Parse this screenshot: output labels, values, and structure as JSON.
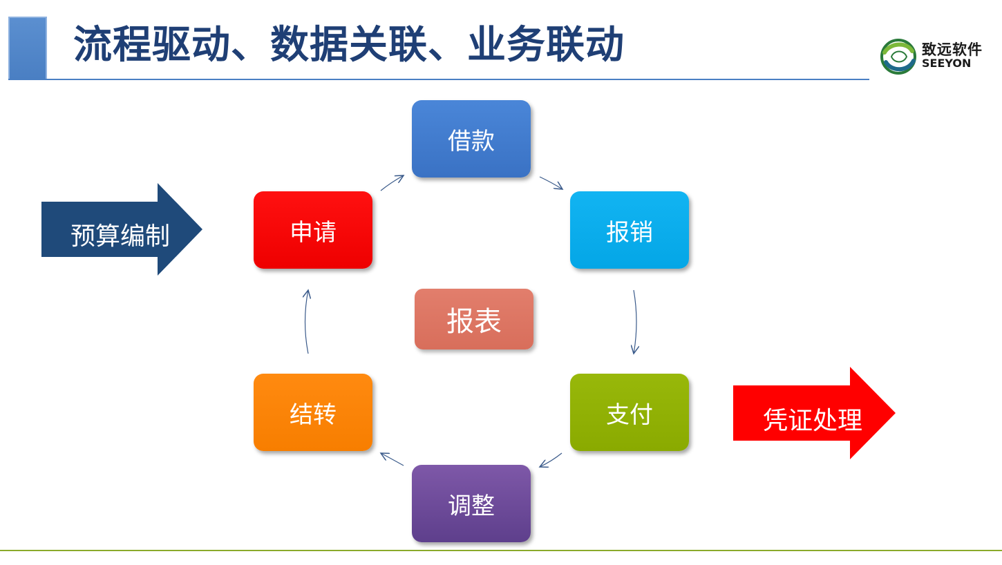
{
  "title": "流程驱动、数据关联、业务联动",
  "logo": {
    "cn": "致远软件",
    "en": "SEEYON"
  },
  "cycle": {
    "loan": "借款",
    "reimbursement": "报销",
    "payment": "支付",
    "adjustment": "调整",
    "carry_forward": "结转",
    "application": "申请"
  },
  "center": "报表",
  "input_arrow": "预算编制",
  "output_arrow": "凭证处理",
  "colors": {
    "title": "#1f3f75",
    "loan": "#3a72c4",
    "reimbursement": "#04a6e6",
    "payment": "#8aaa00",
    "adjustment": "#6b4897",
    "carry_forward": "#f77e00",
    "application": "#ee0000",
    "report": "#d86e5b",
    "input_arrow": "#1f4a7a",
    "output_arrow": "#ff0000"
  }
}
